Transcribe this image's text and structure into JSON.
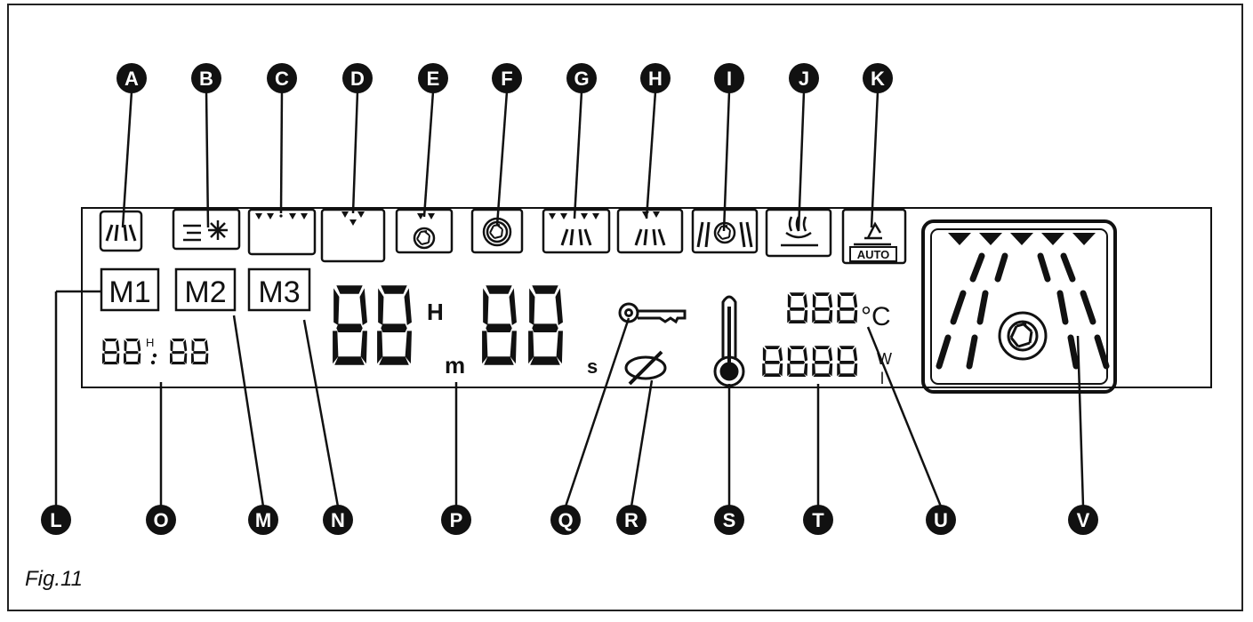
{
  "figure_caption": "Fig.11",
  "callouts": [
    "A",
    "B",
    "C",
    "D",
    "E",
    "F",
    "G",
    "H",
    "I",
    "J",
    "K",
    "L",
    "M",
    "N",
    "O",
    "P",
    "Q",
    "R",
    "S",
    "T",
    "U",
    "V"
  ],
  "display": {
    "memory_buttons": [
      "M1",
      "M2",
      "M3"
    ],
    "small_clock": "88:88",
    "small_clock_sup": "H",
    "main_time": "88:88",
    "unit_hours": "H",
    "unit_minutes": "m",
    "unit_seconds": "s",
    "temperature_digits": "888",
    "temperature_unit": "°C",
    "consumption_digits": "8888",
    "consumption_unit_top": "W",
    "consumption_unit_bottom": "l",
    "auto_label": "AUTO"
  },
  "colors": {
    "ink": "#111111",
    "frame": "#222222",
    "callout_fill": "#111111",
    "callout_text": "#ffffff"
  }
}
